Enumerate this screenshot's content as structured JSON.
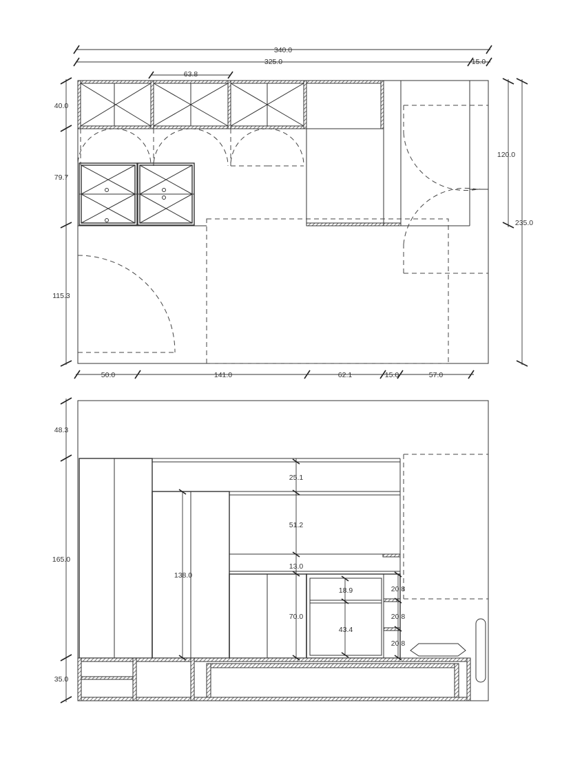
{
  "plan": {
    "dims_top": {
      "total_width": "340.0",
      "inner_width": "325.0",
      "right_offset": "15.0",
      "cabinet_width": "63.8"
    },
    "dims_left": {
      "upper": "40.0",
      "middle": "79.7",
      "lower": "115.3"
    },
    "dims_right": {
      "door": "120.0",
      "total_depth": "235.0"
    },
    "dims_bottom": {
      "a": "50.0",
      "b": "141.0",
      "c": "62.1",
      "d": "15.0",
      "e": "57.0"
    }
  },
  "elevation": {
    "dims_left": {
      "top": "48.3",
      "middle": "165.0",
      "bottom": "35.0"
    },
    "dims_inner": {
      "tall_cabinet": "138.0",
      "top_shelf": "25.1",
      "middle_shelf": "51.2",
      "thin_shelf": "13.0",
      "lower_cabinet": "70.0",
      "drawer_top": "18.9",
      "drawer_bottom": "43.4",
      "side_shelf_1": "20.8",
      "side_shelf_2": "20.8",
      "side_shelf_3": "20.8"
    }
  }
}
